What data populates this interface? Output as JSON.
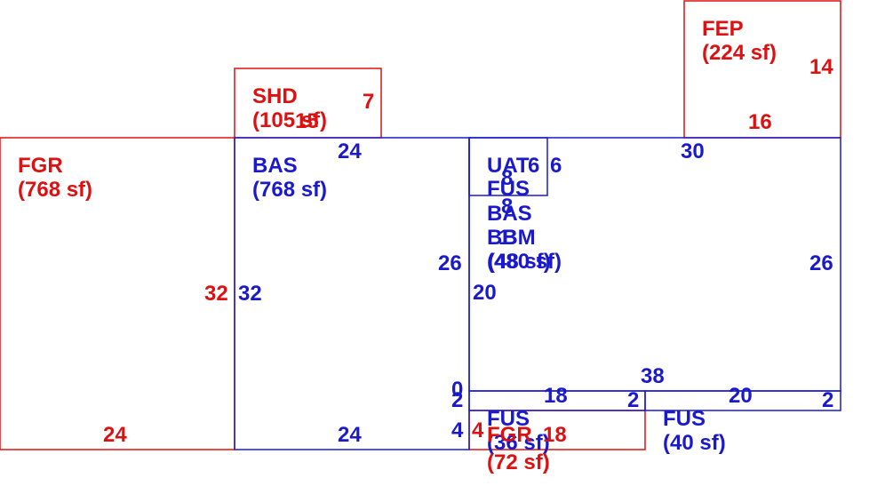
{
  "colors": {
    "blue": "#1a1acc",
    "red": "#dd1111"
  },
  "areas": [
    {
      "code": "FGR",
      "area": "(768 sf)",
      "color": "red",
      "dims": [
        "32",
        "24"
      ]
    },
    {
      "code": "SHD",
      "area": "(105 sf)",
      "color": "red",
      "dims": [
        "7",
        "15"
      ]
    },
    {
      "code": "FEP",
      "area": "(224 sf)",
      "color": "red",
      "dims": [
        "14",
        "16"
      ]
    },
    {
      "code": "BAS",
      "area": "(768 sf)",
      "color": "blue",
      "dims": [
        "24",
        "32",
        "24"
      ]
    },
    {
      "code": "UAT",
      "area": "",
      "color": "blue",
      "dims": [
        "6",
        "6",
        "8",
        "8"
      ]
    },
    {
      "code": "FUS",
      "area": "",
      "color": "blue",
      "dims": []
    },
    {
      "code": "BAS",
      "area": "",
      "color": "blue",
      "dims": []
    },
    {
      "code": "BBM",
      "area": "(480 sf)",
      "color": "blue",
      "dims": [
        "30",
        "26",
        "26",
        "20",
        "38",
        "0",
        "2"
      ]
    },
    {
      "code": "FUS",
      "area": "(36 sf)",
      "color": "blue",
      "dims": [
        "18",
        "2",
        "4"
      ]
    },
    {
      "code": "FGR",
      "area": "(72 sf)",
      "color": "red",
      "dims": [
        "4",
        "18"
      ]
    },
    {
      "code": "FUS",
      "area": "(40 sf)",
      "color": "blue",
      "dims": [
        "20",
        "2"
      ]
    }
  ],
  "overlap_labels": [
    "1",
    "8",
    "8",
    "B",
    "(48 sf)"
  ]
}
